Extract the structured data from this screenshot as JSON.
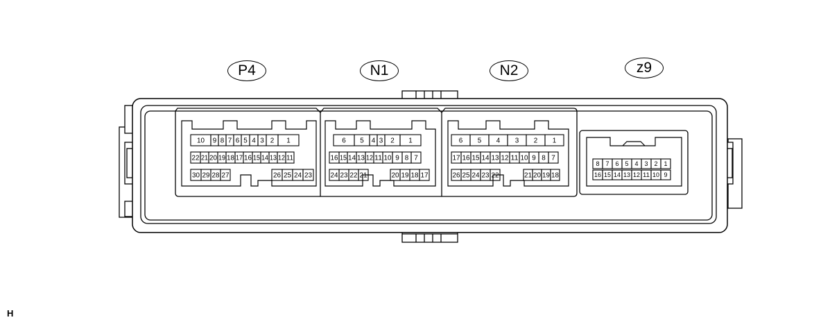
{
  "connectors": [
    {
      "id": "P4",
      "label": "P4",
      "rows": [
        [
          "10",
          "9",
          "8",
          "7",
          "6",
          "5",
          "4",
          "3",
          "2",
          "1"
        ],
        [
          "22",
          "21",
          "20",
          "19",
          "18",
          "17",
          "16",
          "15",
          "14",
          "13",
          "12",
          "11"
        ],
        [
          "30",
          "29",
          "28",
          "27",
          "26",
          "25",
          "24",
          "23"
        ]
      ]
    },
    {
      "id": "N1",
      "label": "N1",
      "rows": [
        [
          "6",
          "5",
          "4",
          "3",
          "2",
          "1"
        ],
        [
          "16",
          "15",
          "14",
          "13",
          "12",
          "11",
          "10",
          "9",
          "8",
          "7"
        ],
        [
          "24",
          "23",
          "22",
          "21",
          "20",
          "19",
          "18",
          "17"
        ]
      ]
    },
    {
      "id": "N2",
      "label": "N2",
      "rows": [
        [
          "6",
          "5",
          "4",
          "3",
          "2",
          "1"
        ],
        [
          "17",
          "16",
          "15",
          "14",
          "13",
          "12",
          "11",
          "10",
          "9",
          "8",
          "7"
        ],
        [
          "26",
          "25",
          "24",
          "23",
          "22",
          "21",
          "20",
          "19",
          "18"
        ]
      ]
    },
    {
      "id": "z9",
      "label": "z9",
      "rows": [
        [
          "8",
          "7",
          "6",
          "5",
          "4",
          "3",
          "2",
          "1"
        ],
        [
          "16",
          "15",
          "14",
          "13",
          "12",
          "11",
          "10",
          "9"
        ]
      ]
    }
  ],
  "footer_code": "H"
}
